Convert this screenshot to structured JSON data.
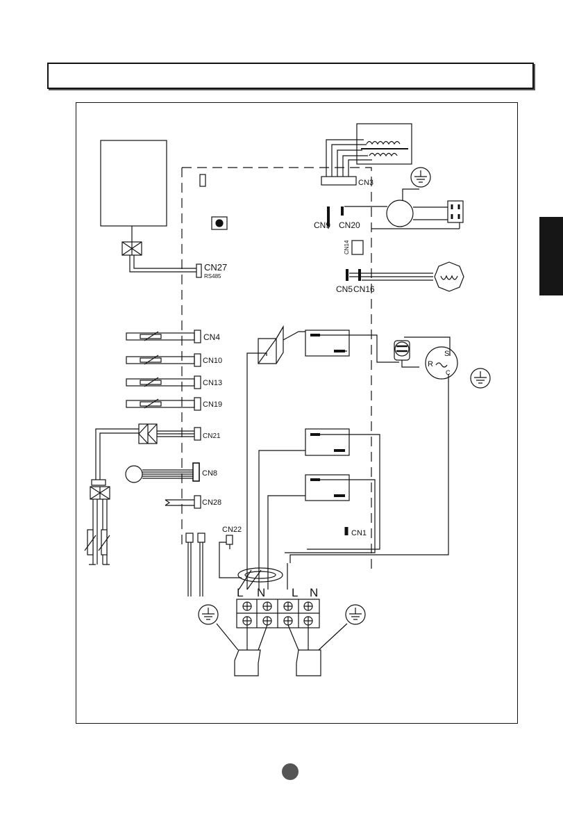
{
  "connectors": {
    "cn3": "CN3",
    "cn9": "CN9",
    "cn20": "CN20",
    "cn14": "CN14",
    "cn27": "CN27",
    "rs485": "RS485",
    "cn5": "CN5",
    "cn16": "CN16",
    "cn4": "CN4",
    "cn10": "CN10",
    "cn13": "CN13",
    "cn19": "CN19",
    "cn21": "CN21",
    "cn8": "CN8",
    "cn28": "CN28",
    "cn22": "CN22",
    "cn1": "CN1"
  },
  "compressor": {
    "r": "R",
    "s": "S",
    "c": "C"
  },
  "terminal_labels": {
    "l1": "L",
    "n1": "N",
    "l2": "L",
    "n2": "N"
  },
  "icons": [
    "ground-symbol",
    "transformer",
    "fan-motor",
    "stepping-motor",
    "compressor",
    "thermistor",
    "reactor",
    "terminal-block"
  ]
}
